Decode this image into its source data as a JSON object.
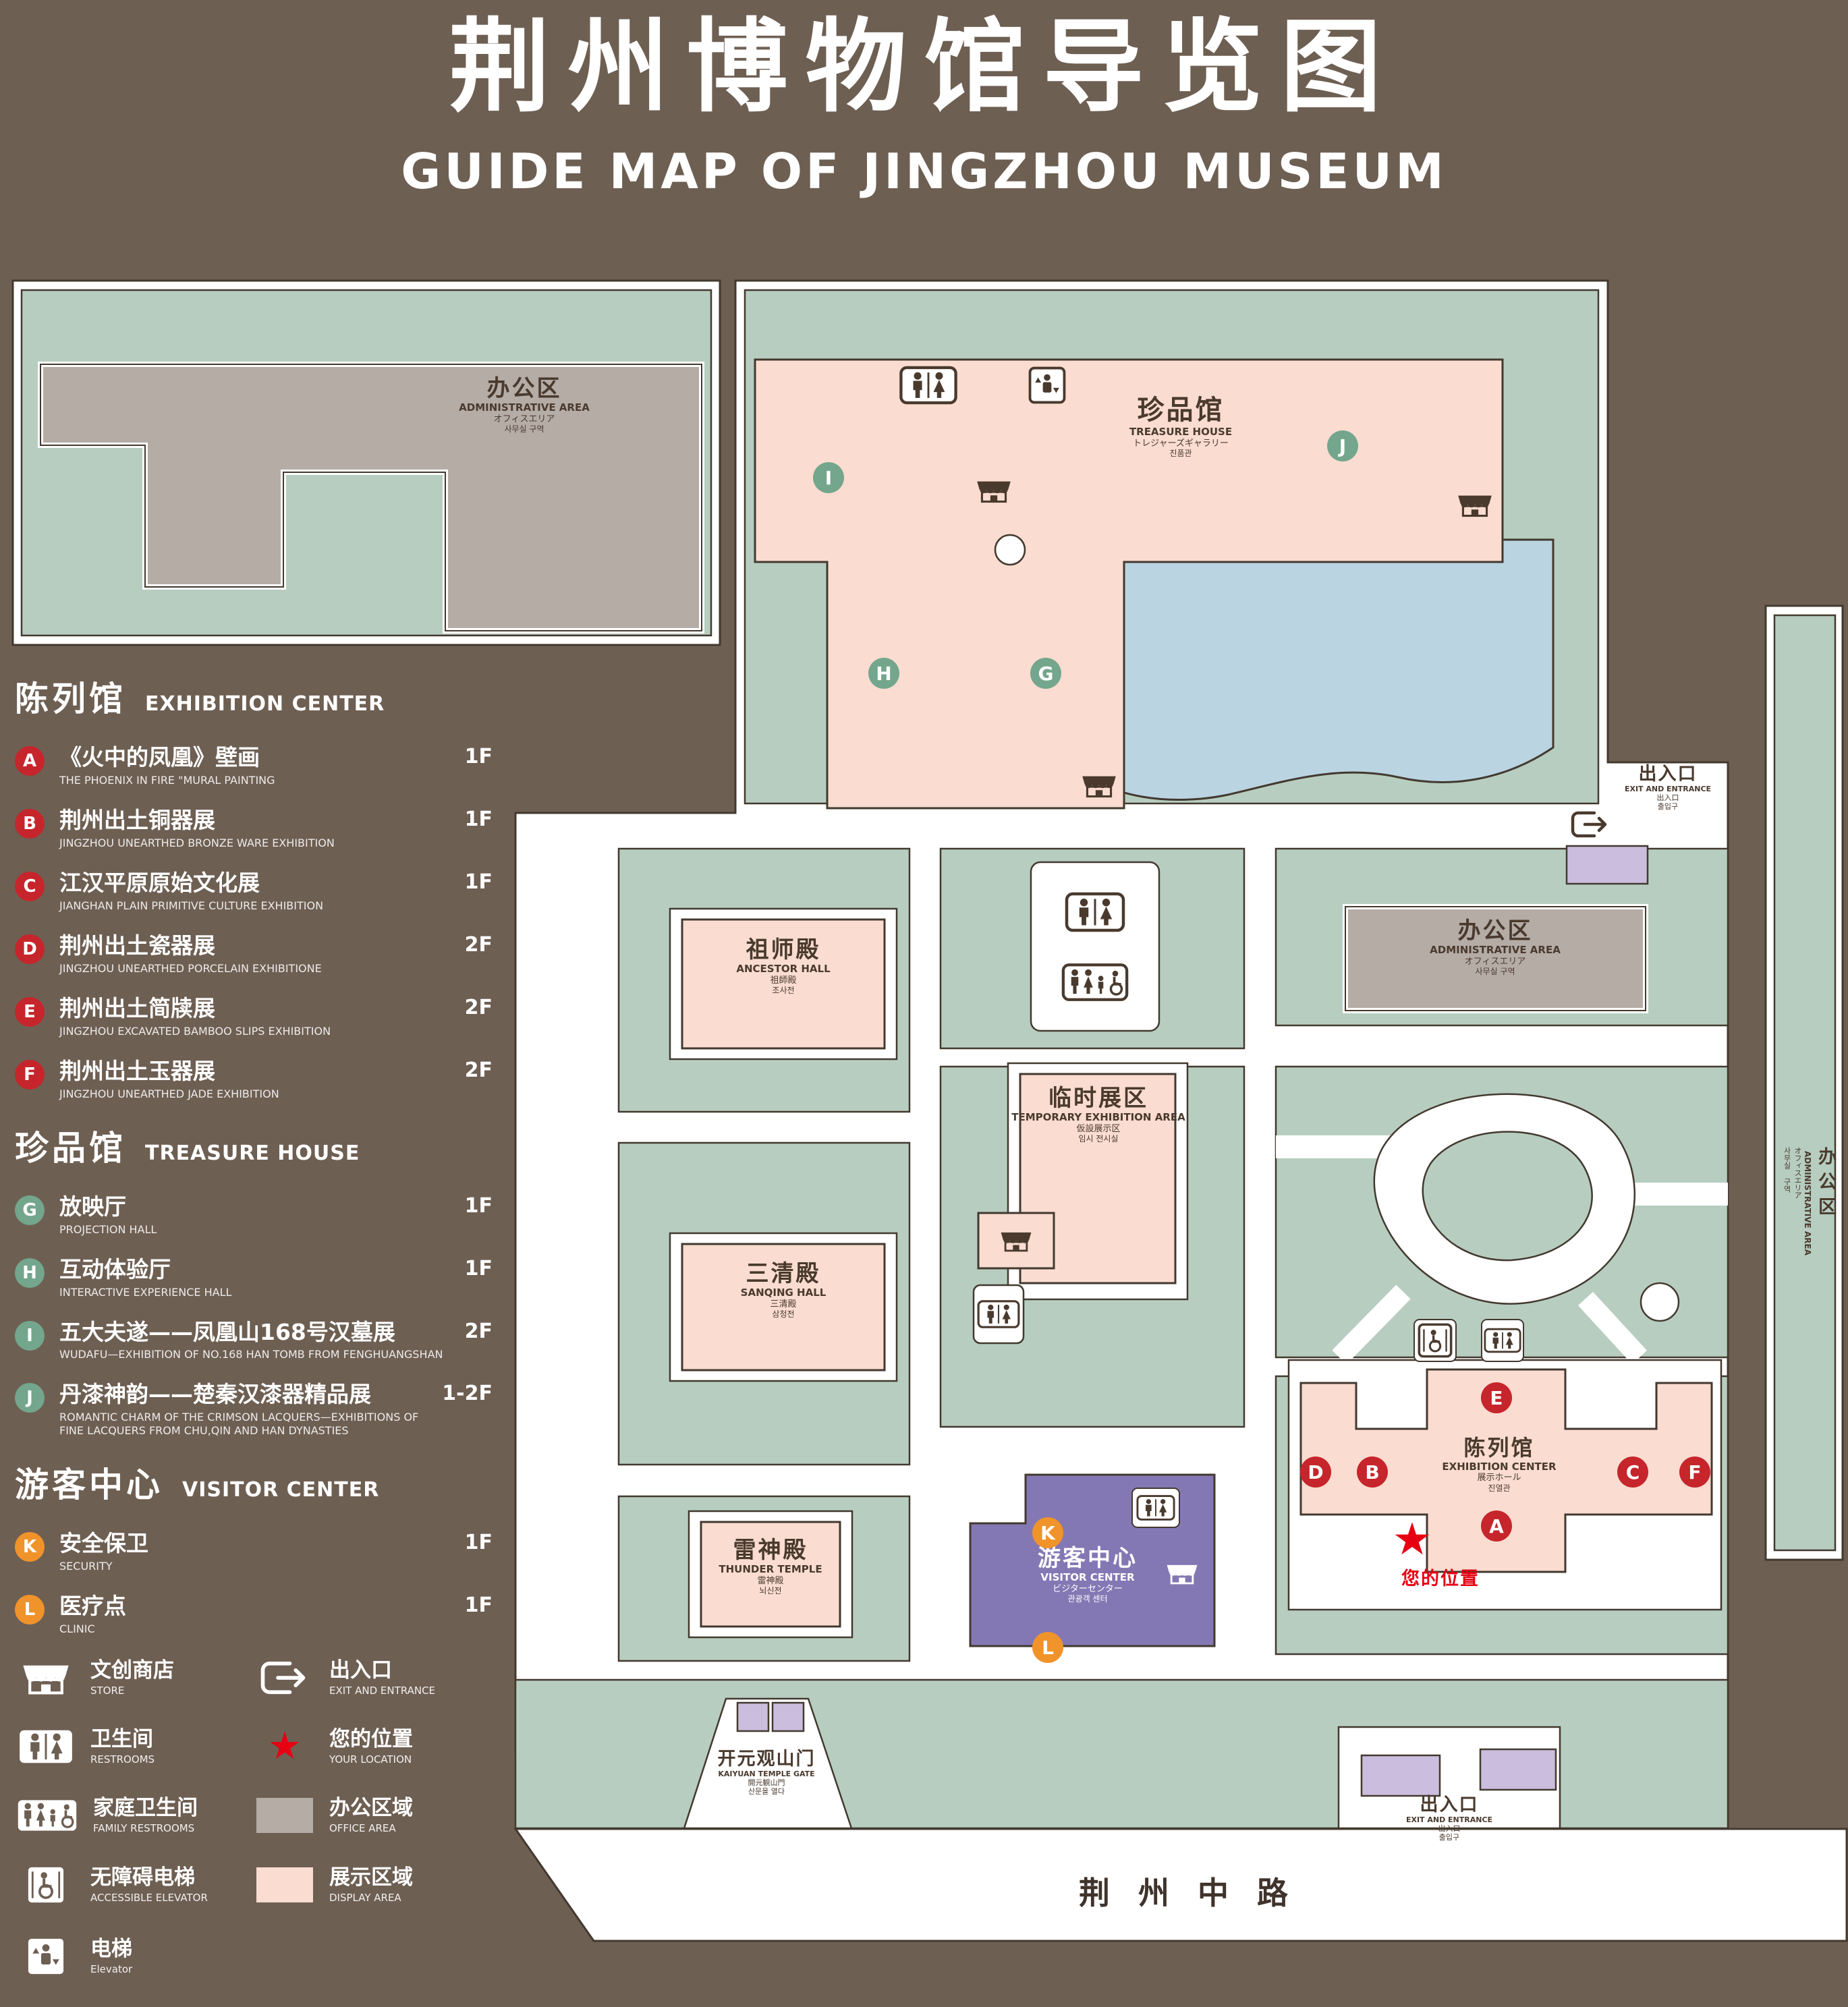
{
  "title": {
    "zh": "荆州博物馆导览图",
    "en": "GUIDE MAP OF JINGZHOU MUSEUM"
  },
  "colors": {
    "background": "#6e5f53",
    "landscape_green": "#b7cdc0",
    "display_area": "#fadcd0",
    "office_area": "#b5aca6",
    "water": "#bad4e2",
    "visitor_center": "#8478b4",
    "entrance_purple": "#cabddd",
    "marker_red": "#c6252c",
    "marker_green": "#73a68c",
    "marker_orange": "#f0932a",
    "location_red": "#e60012"
  },
  "markers": {
    "a": "A",
    "b": "B",
    "c": "C",
    "d": "D",
    "e": "E",
    "f": "F",
    "g": "G",
    "h": "H",
    "i": "I",
    "j": "J",
    "k": "K",
    "l": "L"
  },
  "sidebar": {
    "sections": [
      {
        "zh": "陈列馆",
        "en": "EXHIBITION CENTER",
        "items": [
          {
            "letter": "A",
            "zh": "《火中的凤凰》壁画",
            "en": "THE PHOENIX IN FIRE \"MURAL PAINTING",
            "floor": "1F"
          },
          {
            "letter": "B",
            "zh": "荆州出土铜器展",
            "en": "JINGZHOU UNEARTHED BRONZE WARE EXHIBITION",
            "floor": "1F"
          },
          {
            "letter": "C",
            "zh": "江汉平原原始文化展",
            "en": "JIANGHAN PLAIN PRIMITIVE CULTURE EXHIBITION",
            "floor": "1F"
          },
          {
            "letter": "D",
            "zh": "荆州出土瓷器展",
            "en": "JINGZHOU UNEARTHED PORCELAIN EXHIBITIONE",
            "floor": "2F"
          },
          {
            "letter": "E",
            "zh": "荆州出土简牍展",
            "en": "JINGZHOU EXCAVATED BAMBOO SLIPS EXHIBITION",
            "floor": "2F"
          },
          {
            "letter": "F",
            "zh": "荆州出土玉器展",
            "en": "JINGZHOU UNEARTHED JADE EXHIBITION",
            "floor": "2F"
          }
        ]
      },
      {
        "zh": "珍品馆",
        "en": "TREASURE HOUSE",
        "items": [
          {
            "letter": "G",
            "zh": "放映厅",
            "en": "PROJECTION HALL",
            "floor": "1F"
          },
          {
            "letter": "H",
            "zh": "互动体验厅",
            "en": "INTERACTIVE EXPERIENCE HALL",
            "floor": "1F"
          },
          {
            "letter": "I",
            "zh": "五大夫遂——凤凰山168号汉墓展",
            "en": "WUDAFU—EXHIBITION OF NO.168 HAN TOMB FROM FENGHUANGSHAN",
            "floor": "2F"
          },
          {
            "letter": "J",
            "zh": "丹漆神韵——楚秦汉漆器精品展",
            "en": "ROMANTIC CHARM OF THE CRIMSON LACQUERS—EXHIBITIONS OF FINE LACQUERS FROM CHU,QIN AND HAN DYNASTIES",
            "floor": "1-2F"
          }
        ]
      },
      {
        "zh": "游客中心",
        "en": "VISITOR CENTER",
        "items": [
          {
            "letter": "K",
            "zh": "安全保卫",
            "en": "SECURITY",
            "floor": "1F"
          },
          {
            "letter": "L",
            "zh": "医疗点",
            "en": "CLINIC",
            "floor": "1F"
          }
        ]
      }
    ],
    "legend": {
      "store": {
        "zh": "文创商店",
        "en": "STORE"
      },
      "exit": {
        "zh": "出入口",
        "en": "EXIT AND ENTRANCE"
      },
      "wc": {
        "zh": "卫生间",
        "en": "RESTROOMS"
      },
      "location": {
        "zh": "您的位置",
        "en": "YOUR LOCATION"
      },
      "family": {
        "zh": "家庭卫生间",
        "en": "FAMILY RESTROOMS"
      },
      "office": {
        "zh": "办公区域",
        "en": "OFFICE AREA"
      },
      "accessible": {
        "zh": "无障碍电梯",
        "en": "ACCESSIBLE ELEVATOR"
      },
      "display": {
        "zh": "展示区域",
        "en": "DISPLAY AREA"
      },
      "elevator": {
        "zh": "电梯",
        "en": "Elevator"
      }
    }
  },
  "map": {
    "admin": {
      "zh": "办公区",
      "en": "ADMINISTRATIVE AREA",
      "jp": "オフィスエリア",
      "kr": "사무실 구역"
    },
    "treasure": {
      "zh": "珍品馆",
      "en": "TREASURE HOUSE",
      "jp": "トレジャーズギャラリー",
      "kr": "진품관"
    },
    "exit": {
      "zh": "出入口",
      "en": "EXIT AND ENTRANCE",
      "jp": "出入口",
      "kr": "출입구"
    },
    "ancestor": {
      "zh": "祖师殿",
      "en": "ANCESTOR HALL",
      "jp": "祖師殿",
      "kr": "조사전"
    },
    "temporary": {
      "zh": "临时展区",
      "en": "TEMPORARY EXHIBITION AREA",
      "jp": "仮設展示区",
      "kr": "임시 전시실"
    },
    "sanqing": {
      "zh": "三清殿",
      "en": "SANQING HALL",
      "jp": "三清殿",
      "kr": "삼청전"
    },
    "thunder": {
      "zh": "雷神殿",
      "en": "THUNDER TEMPLE",
      "jp": "雷神殿",
      "kr": "뇌신전"
    },
    "visitor": {
      "zh": "游客中心",
      "en": "VISITOR CENTER",
      "jp": "ビジターセンター",
      "kr": "관광객 센터"
    },
    "exhibition": {
      "zh": "陈列馆",
      "en": "EXHIBITION CENTER",
      "jp": "展示ホール",
      "kr": "진열관"
    },
    "gate": {
      "zh": "开元观山门",
      "en": "KAIYUAN TEMPLE GATE",
      "jp": "開元観山門",
      "kr": "산문을 열다"
    },
    "your_location": "您的位置",
    "road": "荆州中路"
  }
}
